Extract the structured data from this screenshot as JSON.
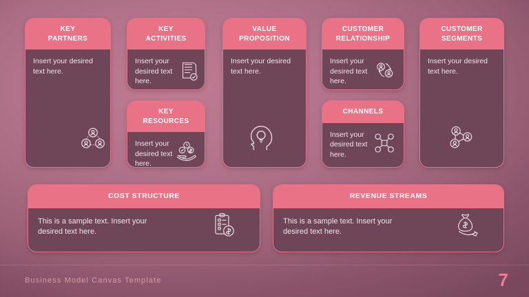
{
  "slide": {
    "footer_text": "Business  Model  Canvas  Template",
    "page_number": "7",
    "colors": {
      "accent": "#ea7287",
      "card_body": "#6f4658",
      "card_border": "#e2738a",
      "background": "#b2738a",
      "footer_text": "#d79aaa",
      "page_number": "#ee8095",
      "body_text": "#f2e4e8"
    }
  },
  "canvas": {
    "blocks": [
      {
        "id": "key-partners",
        "title": "KEY\nPARTNERS",
        "title_line1": "KEY",
        "title_line2": "PARTNERS",
        "text": "Insert your desired text here.",
        "icon": "partners-network-icon"
      },
      {
        "id": "key-activities",
        "title": "KEY\nACTIVITIES",
        "title_line1": "KEY",
        "title_line2": "ACTIVITIES",
        "text": "Insert your desired text here.",
        "icon": "document-check-icon"
      },
      {
        "id": "key-resources",
        "title": "KEY\nRESOURCES",
        "title_line1": "KEY",
        "title_line2": "RESOURCES",
        "text": "Insert your desired text here.",
        "icon": "hand-resources-icon"
      },
      {
        "id": "value-proposition",
        "title": "VALUE\nPROPOSITION",
        "title_line1": "VALUE",
        "title_line2": "PROPOSITION",
        "text": "Insert your desired text here.",
        "icon": "head-lightbulb-icon"
      },
      {
        "id": "customer-relationship",
        "title": "CUSTOMER\nRELATIONSHIP",
        "title_line1": "CUSTOMER",
        "title_line2": "RELATIONSHIP",
        "text": "Insert your desired text here.",
        "icon": "people-exchange-icon"
      },
      {
        "id": "channels",
        "title": "CHANNELS",
        "title_line1": "CHANNELS",
        "title_line2": "",
        "text": "Insert your desired text here.",
        "icon": "network-nodes-icon"
      },
      {
        "id": "customer-segments",
        "title": "CUSTOMER\nSEGMENTS",
        "title_line1": "CUSTOMER",
        "title_line2": "SEGMENTS",
        "text": "Insert your desired text here.",
        "icon": "segments-people-icon"
      },
      {
        "id": "cost-structure",
        "title": "COST STRUCTURE",
        "title_line1": "COST STRUCTURE",
        "title_line2": "",
        "text": "This is a sample text. Insert your desired text here.",
        "icon": "clipboard-dollar-icon"
      },
      {
        "id": "revenue-streams",
        "title": "REVENUE STREAMS",
        "title_line1": "REVENUE STREAMS",
        "title_line2": "",
        "text": "This is a sample text. Insert your desired text here.",
        "icon": "money-bag-hand-icon"
      }
    ]
  }
}
